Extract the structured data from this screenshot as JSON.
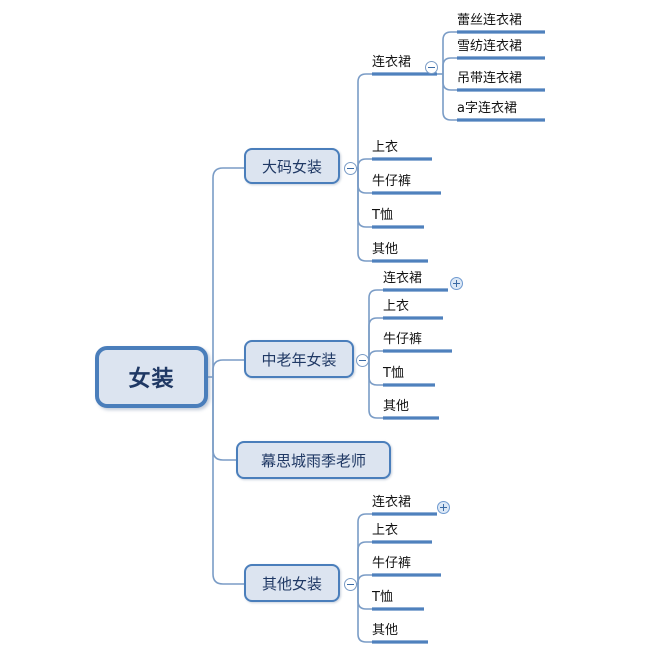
{
  "diagram": {
    "type": "mindmap",
    "title": "女装",
    "orientation": "left-to-right",
    "colors": {
      "node_fill": "#dce4f0",
      "node_border": "#4a7ebb",
      "connector": "#7a9cc6",
      "underline": "#4f81bd",
      "text": "#1f3864",
      "leaf_text": "#111111",
      "background": "#ffffff"
    }
  },
  "root": {
    "label": "女装",
    "toggle": null
  },
  "branches": [
    {
      "id": "branch-daima",
      "label": "大码女装",
      "toggle": "minus",
      "children": [
        {
          "id": "node-daima-lianyiqun",
          "label": "连衣裙",
          "toggle": "minus",
          "children": [
            {
              "id": "node-leisi-lianyiqun",
              "label": "蕾丝连衣裙"
            },
            {
              "id": "node-xuefang-lianyiqun",
              "label": "雪纺连衣裙"
            },
            {
              "id": "node-diaodai-lianyiqun",
              "label": "吊带连衣裙"
            },
            {
              "id": "node-azi-lianyiqun",
              "label": "a字连衣裙"
            }
          ]
        },
        {
          "id": "node-daima-shangyi",
          "label": "上衣",
          "toggle": null,
          "children": []
        },
        {
          "id": "node-daima-niuzaiku",
          "label": "牛仔裤",
          "toggle": null,
          "children": []
        },
        {
          "id": "node-daima-txu",
          "label": "T恤",
          "toggle": null,
          "children": []
        },
        {
          "id": "node-daima-qita",
          "label": "其他",
          "toggle": null,
          "children": []
        }
      ]
    },
    {
      "id": "branch-zhonglaonian",
      "label": "中老年女装",
      "toggle": "minus",
      "children": [
        {
          "id": "node-zln-lianyiqun",
          "label": "连衣裙",
          "toggle": "plus",
          "children": []
        },
        {
          "id": "node-zln-shangyi",
          "label": "上衣",
          "toggle": null,
          "children": []
        },
        {
          "id": "node-zln-niuzaiku",
          "label": "牛仔裤",
          "toggle": null,
          "children": []
        },
        {
          "id": "node-zln-txu",
          "label": "T恤",
          "toggle": null,
          "children": []
        },
        {
          "id": "node-zln-qita",
          "label": "其他",
          "toggle": null,
          "children": []
        }
      ]
    },
    {
      "id": "branch-musicheng",
      "label": "幕思城雨季老师",
      "toggle": null,
      "children": []
    },
    {
      "id": "branch-qita",
      "label": "其他女装",
      "toggle": "minus",
      "children": [
        {
          "id": "node-qita-lianyiqun",
          "label": "连衣裙",
          "toggle": "plus",
          "children": []
        },
        {
          "id": "node-qita-shangyi",
          "label": "上衣",
          "toggle": null,
          "children": []
        },
        {
          "id": "node-qita-niuzaiku",
          "label": "牛仔裤",
          "toggle": null,
          "children": []
        },
        {
          "id": "node-qita-txu",
          "label": "T恤",
          "toggle": null,
          "children": []
        },
        {
          "id": "node-qita-qita",
          "label": "其他",
          "toggle": null,
          "children": []
        }
      ]
    }
  ]
}
